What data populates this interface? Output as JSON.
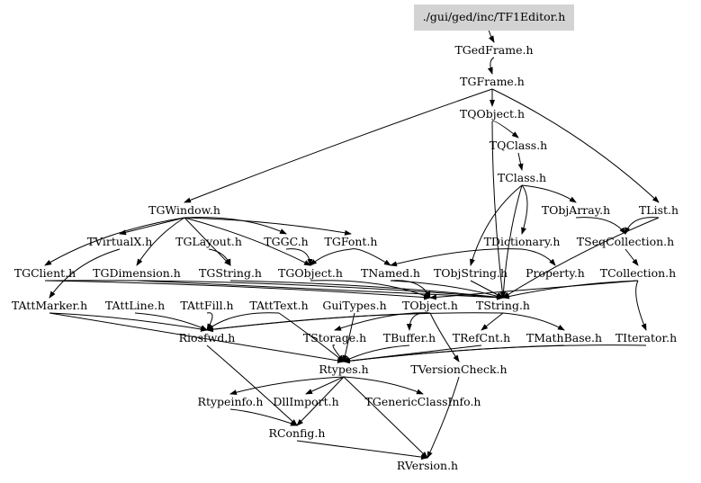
{
  "graph": {
    "root_fill": "#d3d3d3",
    "nodes": [
      "./gui/ged/inc/TF1Editor.h",
      "TGedFrame.h",
      "TGFrame.h",
      "TQObject.h",
      "TQClass.h",
      "TClass.h",
      "TGWindow.h",
      "TObjArray.h",
      "TList.h",
      "TVirtualX.h",
      "TGLayout.h",
      "TGGC.h",
      "TGFont.h",
      "TDictionary.h",
      "TSeqCollection.h",
      "TGClient.h",
      "TGDimension.h",
      "TGString.h",
      "TGObject.h",
      "TNamed.h",
      "TObjString.h",
      "Property.h",
      "TCollection.h",
      "TAttMarker.h",
      "TAttLine.h",
      "TAttFill.h",
      "TAttText.h",
      "GuiTypes.h",
      "TObject.h",
      "TString.h",
      "Riosfwd.h",
      "TStorage.h",
      "TBuffer.h",
      "TRefCnt.h",
      "TMathBase.h",
      "TIterator.h",
      "Rtypes.h",
      "TVersionCheck.h",
      "Rtypeinfo.h",
      "DllImport.h",
      "TGenericClassInfo.h",
      "RConfig.h",
      "RVersion.h"
    ],
    "edges": [
      [
        "./gui/ged/inc/TF1Editor.h",
        "TGedFrame.h"
      ],
      [
        "TGedFrame.h",
        "TGFrame.h"
      ],
      [
        "TGFrame.h",
        "TQObject.h"
      ],
      [
        "TGFrame.h",
        "TGWindow.h"
      ],
      [
        "TGFrame.h",
        "TList.h"
      ],
      [
        "TQObject.h",
        "TQClass.h"
      ],
      [
        "TQObject.h",
        "TString.h"
      ],
      [
        "TQClass.h",
        "TClass.h"
      ],
      [
        "TClass.h",
        "TObjArray.h"
      ],
      [
        "TClass.h",
        "TDictionary.h"
      ],
      [
        "TClass.h",
        "TObjString.h"
      ],
      [
        "TClass.h",
        "TString.h"
      ],
      [
        "TGWindow.h",
        "TVirtualX.h"
      ],
      [
        "TGWindow.h",
        "TGFont.h"
      ],
      [
        "TGWindow.h",
        "TGGC.h"
      ],
      [
        "TGWindow.h",
        "TGClient.h"
      ],
      [
        "TGWindow.h",
        "TGDimension.h"
      ],
      [
        "TGWindow.h",
        "TGString.h"
      ],
      [
        "TGWindow.h",
        "TGObject.h"
      ],
      [
        "TObjArray.h",
        "TSeqCollection.h"
      ],
      [
        "TList.h",
        "TSeqCollection.h"
      ],
      [
        "TList.h",
        "TString.h"
      ],
      [
        "TSeqCollection.h",
        "TCollection.h"
      ],
      [
        "TDictionary.h",
        "Property.h"
      ],
      [
        "TDictionary.h",
        "TNamed.h"
      ],
      [
        "TCollection.h",
        "TIterator.h"
      ],
      [
        "TCollection.h",
        "TString.h"
      ],
      [
        "TCollection.h",
        "TObject.h"
      ],
      [
        "TGLayout.h",
        "TGString.h"
      ],
      [
        "TGGC.h",
        "TGObject.h"
      ],
      [
        "TGFont.h",
        "TNamed.h"
      ],
      [
        "TGFont.h",
        "TGObject.h"
      ],
      [
        "TObjString.h",
        "TString.h"
      ],
      [
        "TNamed.h",
        "TString.h"
      ],
      [
        "TNamed.h",
        "TObject.h"
      ],
      [
        "TVirtualX.h",
        "TAttMarker.h"
      ],
      [
        "TGClient.h",
        "TObject.h"
      ],
      [
        "TGDimension.h",
        "TString.h"
      ],
      [
        "TGString.h",
        "TString.h"
      ],
      [
        "TGObject.h",
        "TObject.h"
      ],
      [
        "TGClient.h",
        "TString.h"
      ],
      [
        "TAttMarker.h",
        "Riosfwd.h"
      ],
      [
        "TAttMarker.h",
        "Rtypes.h"
      ],
      [
        "TAttLine.h",
        "Riosfwd.h"
      ],
      [
        "TAttFill.h",
        "Riosfwd.h"
      ],
      [
        "TAttText.h",
        "Riosfwd.h"
      ],
      [
        "TAttText.h",
        "Rtypes.h"
      ],
      [
        "GuiTypes.h",
        "Rtypes.h"
      ],
      [
        "TObject.h",
        "Riosfwd.h"
      ],
      [
        "TObject.h",
        "TStorage.h"
      ],
      [
        "TObject.h",
        "TBuffer.h"
      ],
      [
        "TObject.h",
        "TVersionCheck.h"
      ],
      [
        "TString.h",
        "TRefCnt.h"
      ],
      [
        "TString.h",
        "TMathBase.h"
      ],
      [
        "TString.h",
        "Riosfwd.h"
      ],
      [
        "TStorage.h",
        "Rtypes.h"
      ],
      [
        "TBuffer.h",
        "Rtypes.h"
      ],
      [
        "TRefCnt.h",
        "Rtypes.h"
      ],
      [
        "TMathBase.h",
        "Rtypes.h"
      ],
      [
        "TIterator.h",
        "Rtypes.h"
      ],
      [
        "Riosfwd.h",
        "RConfig.h"
      ],
      [
        "Rtypes.h",
        "Rtypeinfo.h"
      ],
      [
        "Rtypes.h",
        "DllImport.h"
      ],
      [
        "Rtypes.h",
        "TGenericClassInfo.h"
      ],
      [
        "Rtypes.h",
        "RConfig.h"
      ],
      [
        "Rtypes.h",
        "RVersion.h"
      ],
      [
        "Rtypeinfo.h",
        "RConfig.h"
      ],
      [
        "RConfig.h",
        "RVersion.h"
      ],
      [
        "TVersionCheck.h",
        "RVersion.h"
      ]
    ]
  }
}
